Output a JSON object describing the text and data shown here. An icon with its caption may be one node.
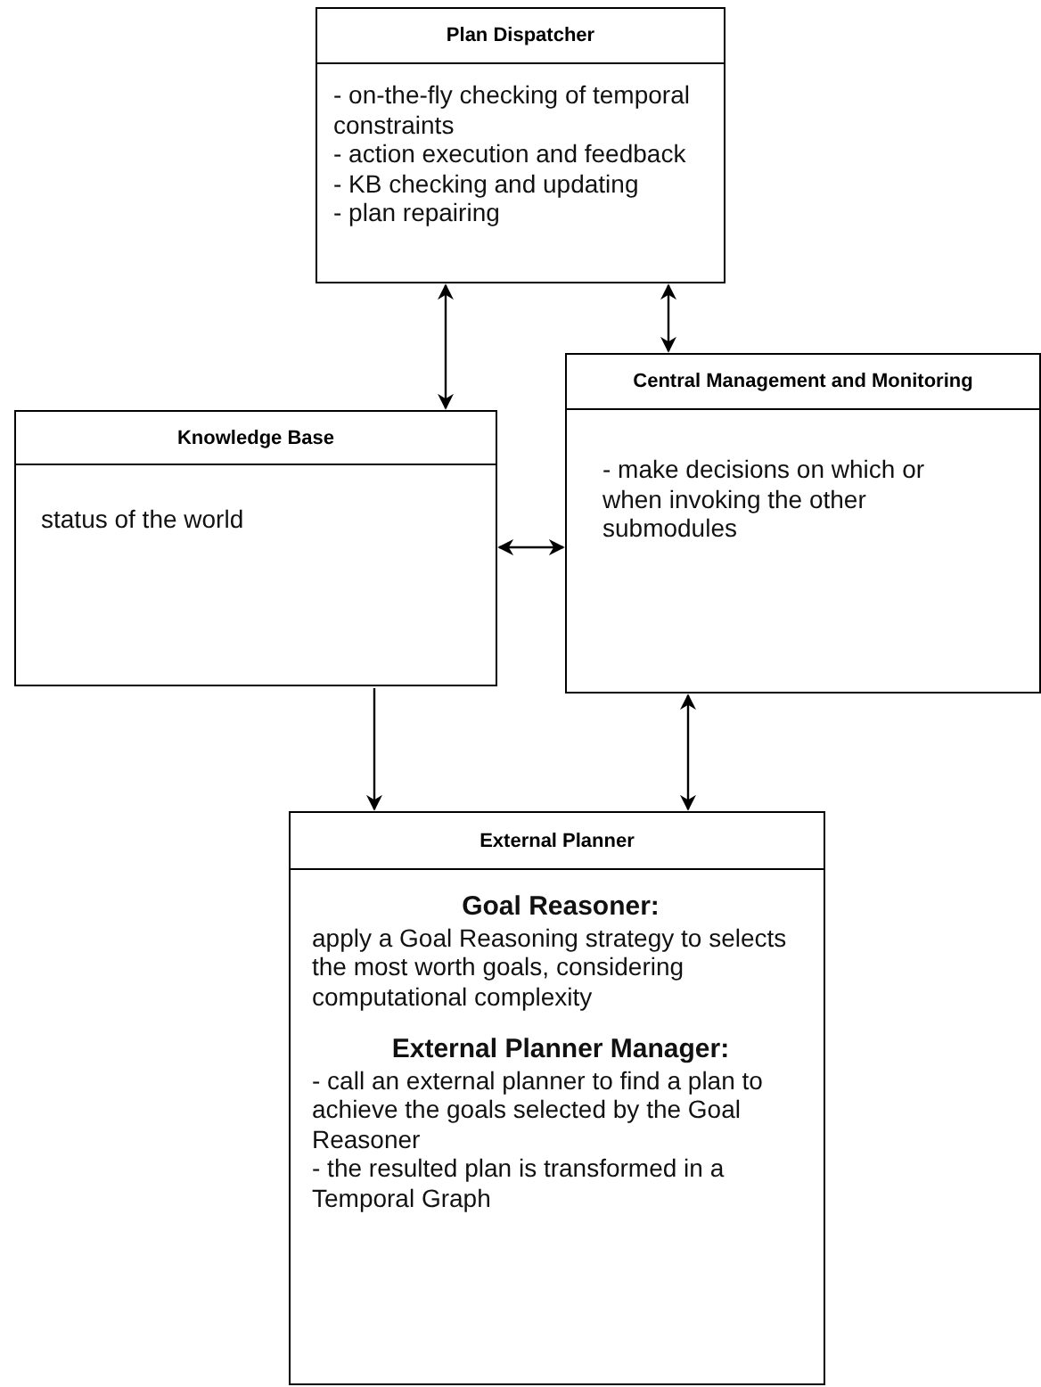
{
  "diagram": {
    "nodes": [
      {
        "text": [
          "Plan Dispatcher",
          "- on-the-fly checking of temporal constraints",
          "- action execution and feedback",
          "- KB checking and updating",
          "- plan repairing"
        ]
      },
      {
        "text": [
          "Knowledge Base",
          "status of the world"
        ]
      },
      {
        "text": [
          "Central Management and Monitoring",
          "- make decisions on which or when invoking the other submodules"
        ]
      },
      {
        "text": [
          "External Planner",
          "Goal Reasoner:",
          "apply a Goal Reasoning strategy to selects the most worth goals, considering computational complexity",
          "External Planner Manager:",
          "- call an external planner to find a plan to achieve the goals selected by the Goal Reasoner",
          "- the resulted plan is transformed in a Temporal Graph"
        ]
      }
    ],
    "edges": [
      {
        "from": 0,
        "to": 1,
        "arrow": "both"
      },
      {
        "from": 0,
        "to": 2,
        "arrow": "both"
      },
      {
        "from": 1,
        "to": 2,
        "arrow": "both"
      },
      {
        "from": 1,
        "to": 3,
        "arrow": "to"
      },
      {
        "from": 2,
        "to": 3,
        "arrow": "both"
      }
    ]
  }
}
